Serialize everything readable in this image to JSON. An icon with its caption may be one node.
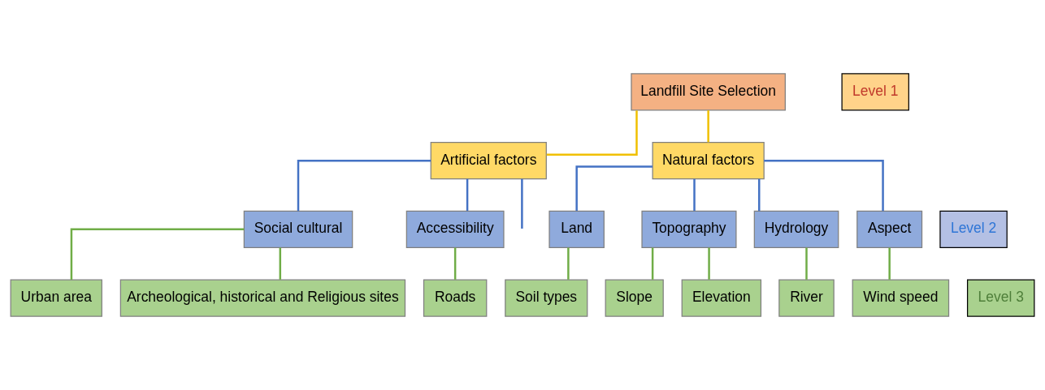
{
  "diagram": {
    "nodes": [
      {
        "text": [
          "Landfill Site Selection"
        ]
      },
      {
        "text": [
          "Natural factors"
        ]
      },
      {
        "text": [
          "Artificial factors"
        ]
      },
      {
        "text": [
          "Land"
        ]
      },
      {
        "text": [
          "Topography"
        ]
      },
      {
        "text": [
          "Hydrology"
        ]
      },
      {
        "text": [
          "Aspect"
        ]
      },
      {
        "text": [
          "Accessibility"
        ]
      },
      {
        "text": [
          "Social cultural"
        ]
      },
      {
        "text": [
          "Soil types"
        ]
      },
      {
        "text": [
          "Elevation"
        ]
      },
      {
        "text": [
          "Slope"
        ]
      },
      {
        "text": [
          "River"
        ]
      },
      {
        "text": [
          "Wind speed"
        ]
      },
      {
        "text": [
          "Roads"
        ]
      },
      {
        "text": [
          "Urban area"
        ]
      },
      {
        "text": [
          "Archeological, historical and Religious sites"
        ]
      },
      {
        "text": [
          "Level 1"
        ]
      },
      {
        "text": [
          "Level 2"
        ]
      },
      {
        "text": [
          "Level 3"
        ]
      }
    ],
    "edges": [
      {
        "from": 0,
        "to": 1,
        "arrow": "none",
        "color": "#f0c000"
      },
      {
        "from": 0,
        "to": 2,
        "arrow": "none",
        "color": "#f0c000"
      },
      {
        "from": 1,
        "to": 3,
        "arrow": "none",
        "color": "#4472c4"
      },
      {
        "from": 1,
        "to": 4,
        "arrow": "none",
        "color": "#4472c4"
      },
      {
        "from": 1,
        "to": 5,
        "arrow": "none",
        "color": "#4472c4"
      },
      {
        "from": 1,
        "to": 6,
        "arrow": "none",
        "color": "#4472c4"
      },
      {
        "from": 2,
        "to": 7,
        "arrow": "none",
        "color": "#4472c4"
      },
      {
        "from": 2,
        "to": null,
        "arrow": "none",
        "color": "#4472c4"
      },
      {
        "from": 2,
        "to": 8,
        "arrow": "none",
        "color": "#4472c4"
      },
      {
        "from": 3,
        "to": 9,
        "arrow": "none"
      },
      {
        "from": 4,
        "to": 10,
        "arrow": "none"
      },
      {
        "from": 4,
        "to": 11,
        "arrow": "none"
      },
      {
        "from": 5,
        "to": 12,
        "arrow": "none"
      },
      {
        "from": 6,
        "to": 13,
        "arrow": "none"
      },
      {
        "from": 7,
        "to": 14,
        "arrow": "none"
      },
      {
        "from": 8,
        "to": 15,
        "arrow": "none"
      },
      {
        "from": 8,
        "to": 16,
        "arrow": "none"
      }
    ]
  }
}
